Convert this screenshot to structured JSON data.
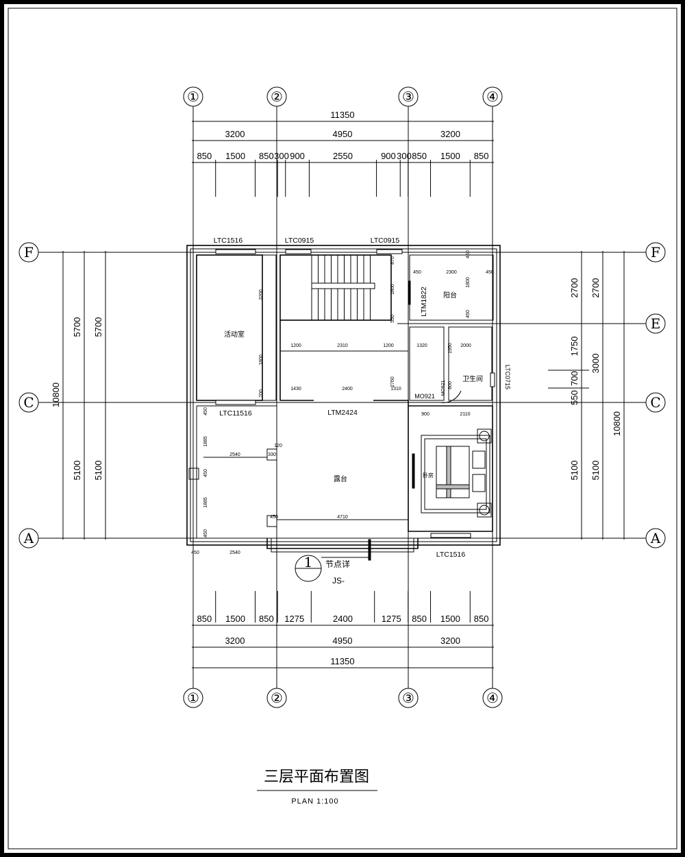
{
  "axes": {
    "vertical": [
      "①",
      "②",
      "③",
      "④"
    ],
    "left": [
      "F",
      "C",
      "A"
    ],
    "right": [
      "F",
      "E",
      "C",
      "A"
    ]
  },
  "top_dims": {
    "total": "11350",
    "row2": [
      "3200",
      "4950",
      "3200"
    ],
    "row3": [
      "850",
      "1500",
      "850",
      "300",
      "900",
      "2550",
      "900",
      "300",
      "850",
      "1500",
      "850"
    ]
  },
  "bottom_dims": {
    "total": "11350",
    "row2": [
      "3200",
      "4950",
      "3200"
    ],
    "row1": [
      "850",
      "1500",
      "850",
      "1275",
      "2400",
      "1275",
      "850",
      "1500",
      "850"
    ]
  },
  "left_dims": {
    "outer": [
      "5700",
      "5100"
    ],
    "inner": [
      "5700",
      "5100"
    ],
    "total": "10800"
  },
  "right_dims": {
    "inner": [
      "2700",
      "1750",
      "700",
      "550",
      "5100"
    ],
    "mid": [
      "2700",
      "3000",
      "5100"
    ],
    "total": "10800"
  },
  "rooms": {
    "activity": "活动室",
    "balcony": "阳台",
    "bathroom": "卫生间",
    "terrace": "露台",
    "bedroom": "卧房"
  },
  "openings": [
    "LTC1516",
    "LTC0915",
    "LTC0915",
    "LTM1822",
    "LTC0715",
    "LTC11516",
    "LTM2424",
    "MO921",
    "MO921",
    "LTC1516"
  ],
  "interior_dims": [
    "3200",
    "1800",
    "700",
    "870",
    "1800",
    "550",
    "450",
    "2300",
    "450",
    "450",
    "1800",
    "450",
    "1200",
    "2310",
    "1200",
    "1320",
    "1950",
    "2000",
    "2760",
    "1430",
    "2400",
    "1310",
    "800",
    "450",
    "1885",
    "450",
    "1885",
    "450",
    "2540",
    "330",
    "120",
    "450",
    "4710",
    "450",
    "2540",
    "900",
    "2110"
  ],
  "detail": {
    "number": "1",
    "label": "节点详",
    "ref": "JS-"
  },
  "title": {
    "main": "三层平面布置图",
    "sub": "PLAN 1:100"
  }
}
